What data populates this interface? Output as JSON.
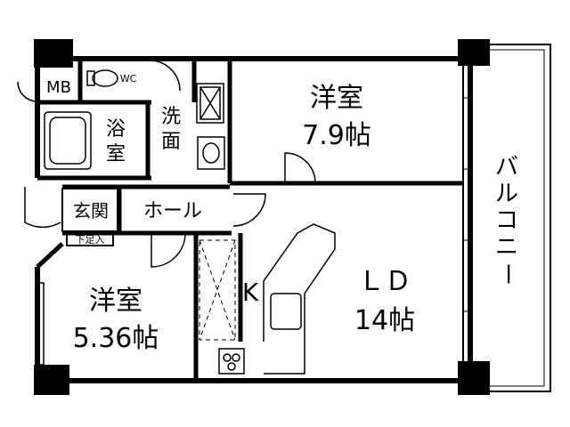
{
  "rooms": {
    "western_room_1": {
      "name": "洋室",
      "size": "7.9帖"
    },
    "western_room_2": {
      "name": "洋室",
      "size": "5.36帖"
    },
    "living_dining": {
      "name": "ＬＤ",
      "size": "14帖"
    },
    "kitchen": {
      "name": "K"
    },
    "bathroom": {
      "name_line1": "浴",
      "name_line2": "室"
    },
    "washroom": {
      "name_line1": "洗",
      "name_line2": "面"
    },
    "entrance": {
      "name": "玄関"
    },
    "hall": {
      "name": "ホール"
    },
    "meter_box": {
      "name": "MB"
    },
    "toilet": {
      "name": "WC"
    },
    "shoe_storage": {
      "name": "下足入"
    },
    "balcony": {
      "name_chars": [
        "バ",
        "ル",
        "コ",
        "ニ",
        "ー"
      ]
    }
  }
}
